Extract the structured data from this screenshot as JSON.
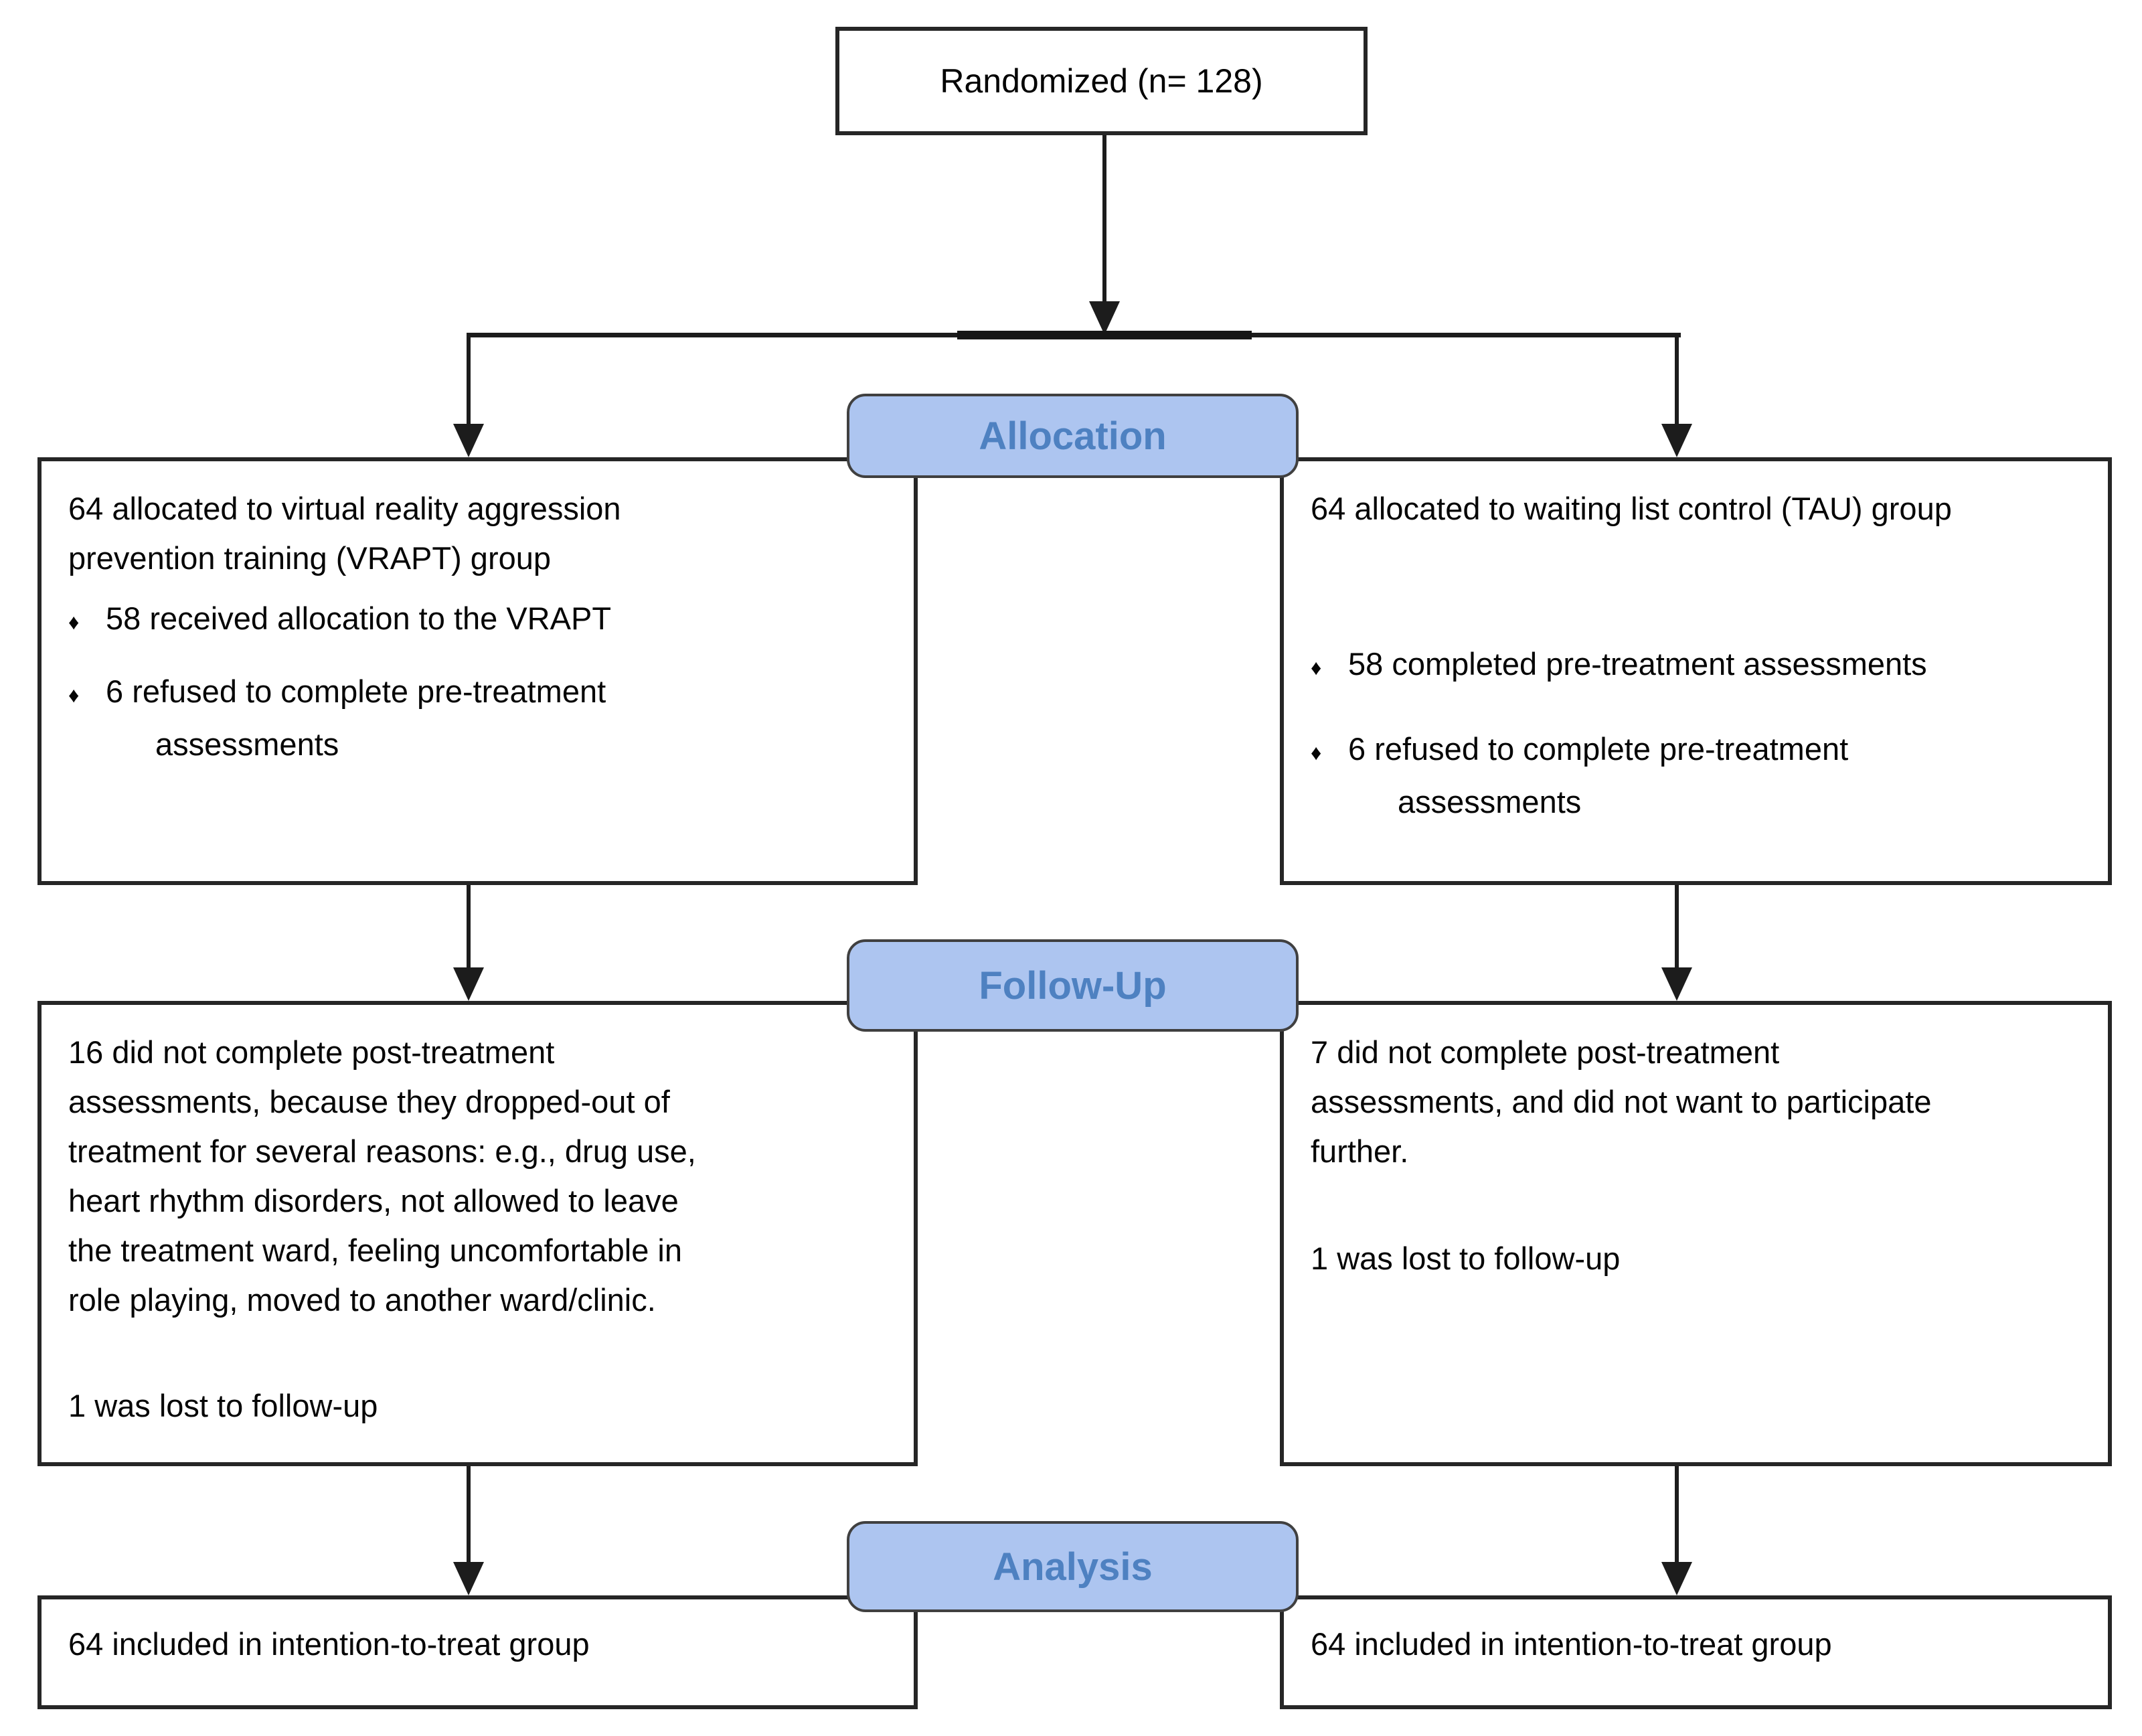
{
  "figure": {
    "background": "#ffffff",
    "line_color": "#1c1c1c",
    "box_border_color": "#262626",
    "header_fill": "#adc5f0",
    "header_border": "#404040",
    "header_text_color": "#4e81c1",
    "bullet_char": "♦"
  },
  "randomized": {
    "label": "Randomized (n= 128)"
  },
  "sections": {
    "allocation": {
      "label": "Allocation"
    },
    "followup": {
      "label": "Follow-Up"
    },
    "analysis": {
      "label": "Analysis"
    }
  },
  "allocation_left": {
    "title_lines": [
      "64 allocated to virtual reality aggression",
      "prevention training (VRAPT) group"
    ],
    "bullet1": "58 received allocation to the VRAPT",
    "bullet2": "6 refused to complete pre-treatment",
    "bullet2_cont": "assessments"
  },
  "allocation_right": {
    "title": "64 allocated to waiting list control (TAU) group",
    "bullet1": "58 completed pre-treatment assessments",
    "bullet2": "6 refused to complete pre-treatment",
    "bullet2_cont": "assessments"
  },
  "followup_left": {
    "para_lines": [
      "16 did not complete post-treatment",
      "assessments, because they dropped-out of",
      "treatment for several reasons: e.g., drug use,",
      "heart rhythm disorders, not allowed to leave",
      "the treatment ward, feeling uncomfortable in",
      "role playing, moved to another ward/clinic."
    ],
    "lost": "1 was lost to follow-up"
  },
  "followup_right": {
    "para_lines": [
      "7 did not complete post-treatment",
      "assessments, and did not want to participate",
      "further."
    ],
    "lost": "1 was lost to follow-up"
  },
  "analysis_left": {
    "text": "64 included in intention-to-treat group"
  },
  "analysis_right": {
    "text": "64 included in intention-to-treat group"
  }
}
